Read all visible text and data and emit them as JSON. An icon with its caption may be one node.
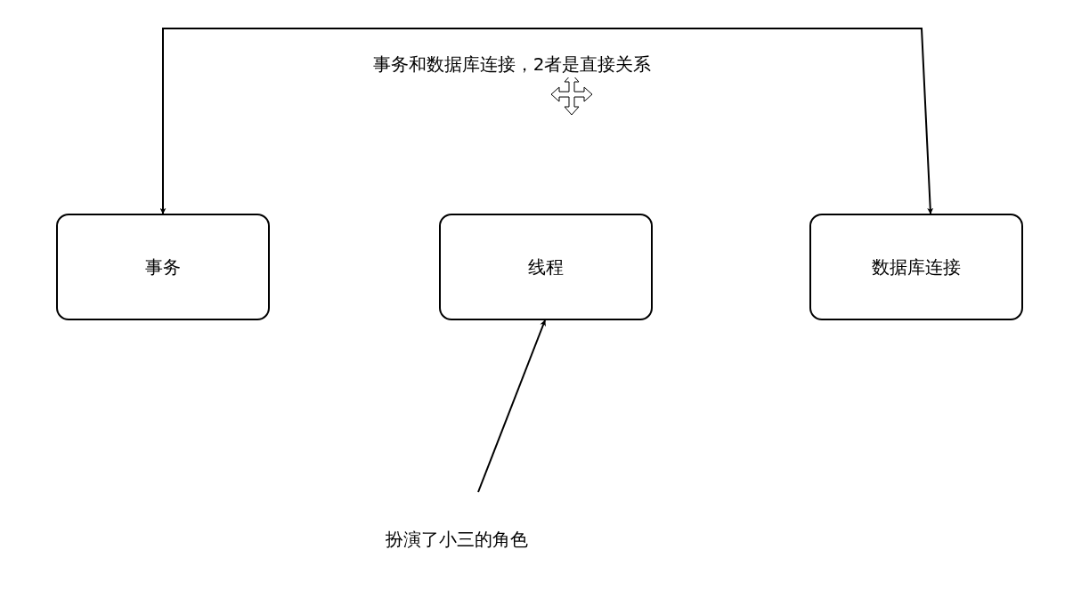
{
  "diagram": {
    "nodes": [
      {
        "text": [
          "事务"
        ]
      },
      {
        "text": [
          "线程"
        ]
      },
      {
        "text": [
          "数据库连接"
        ]
      },
      {
        "text": [
          "扮演了小三的角色"
        ]
      }
    ],
    "edges": [
      {
        "from": 0,
        "to": 2,
        "arrow": "both",
        "label": "事务和数据库连接，2者是直接关系"
      },
      {
        "from": 3,
        "to": 1,
        "arrow": "to"
      }
    ]
  }
}
